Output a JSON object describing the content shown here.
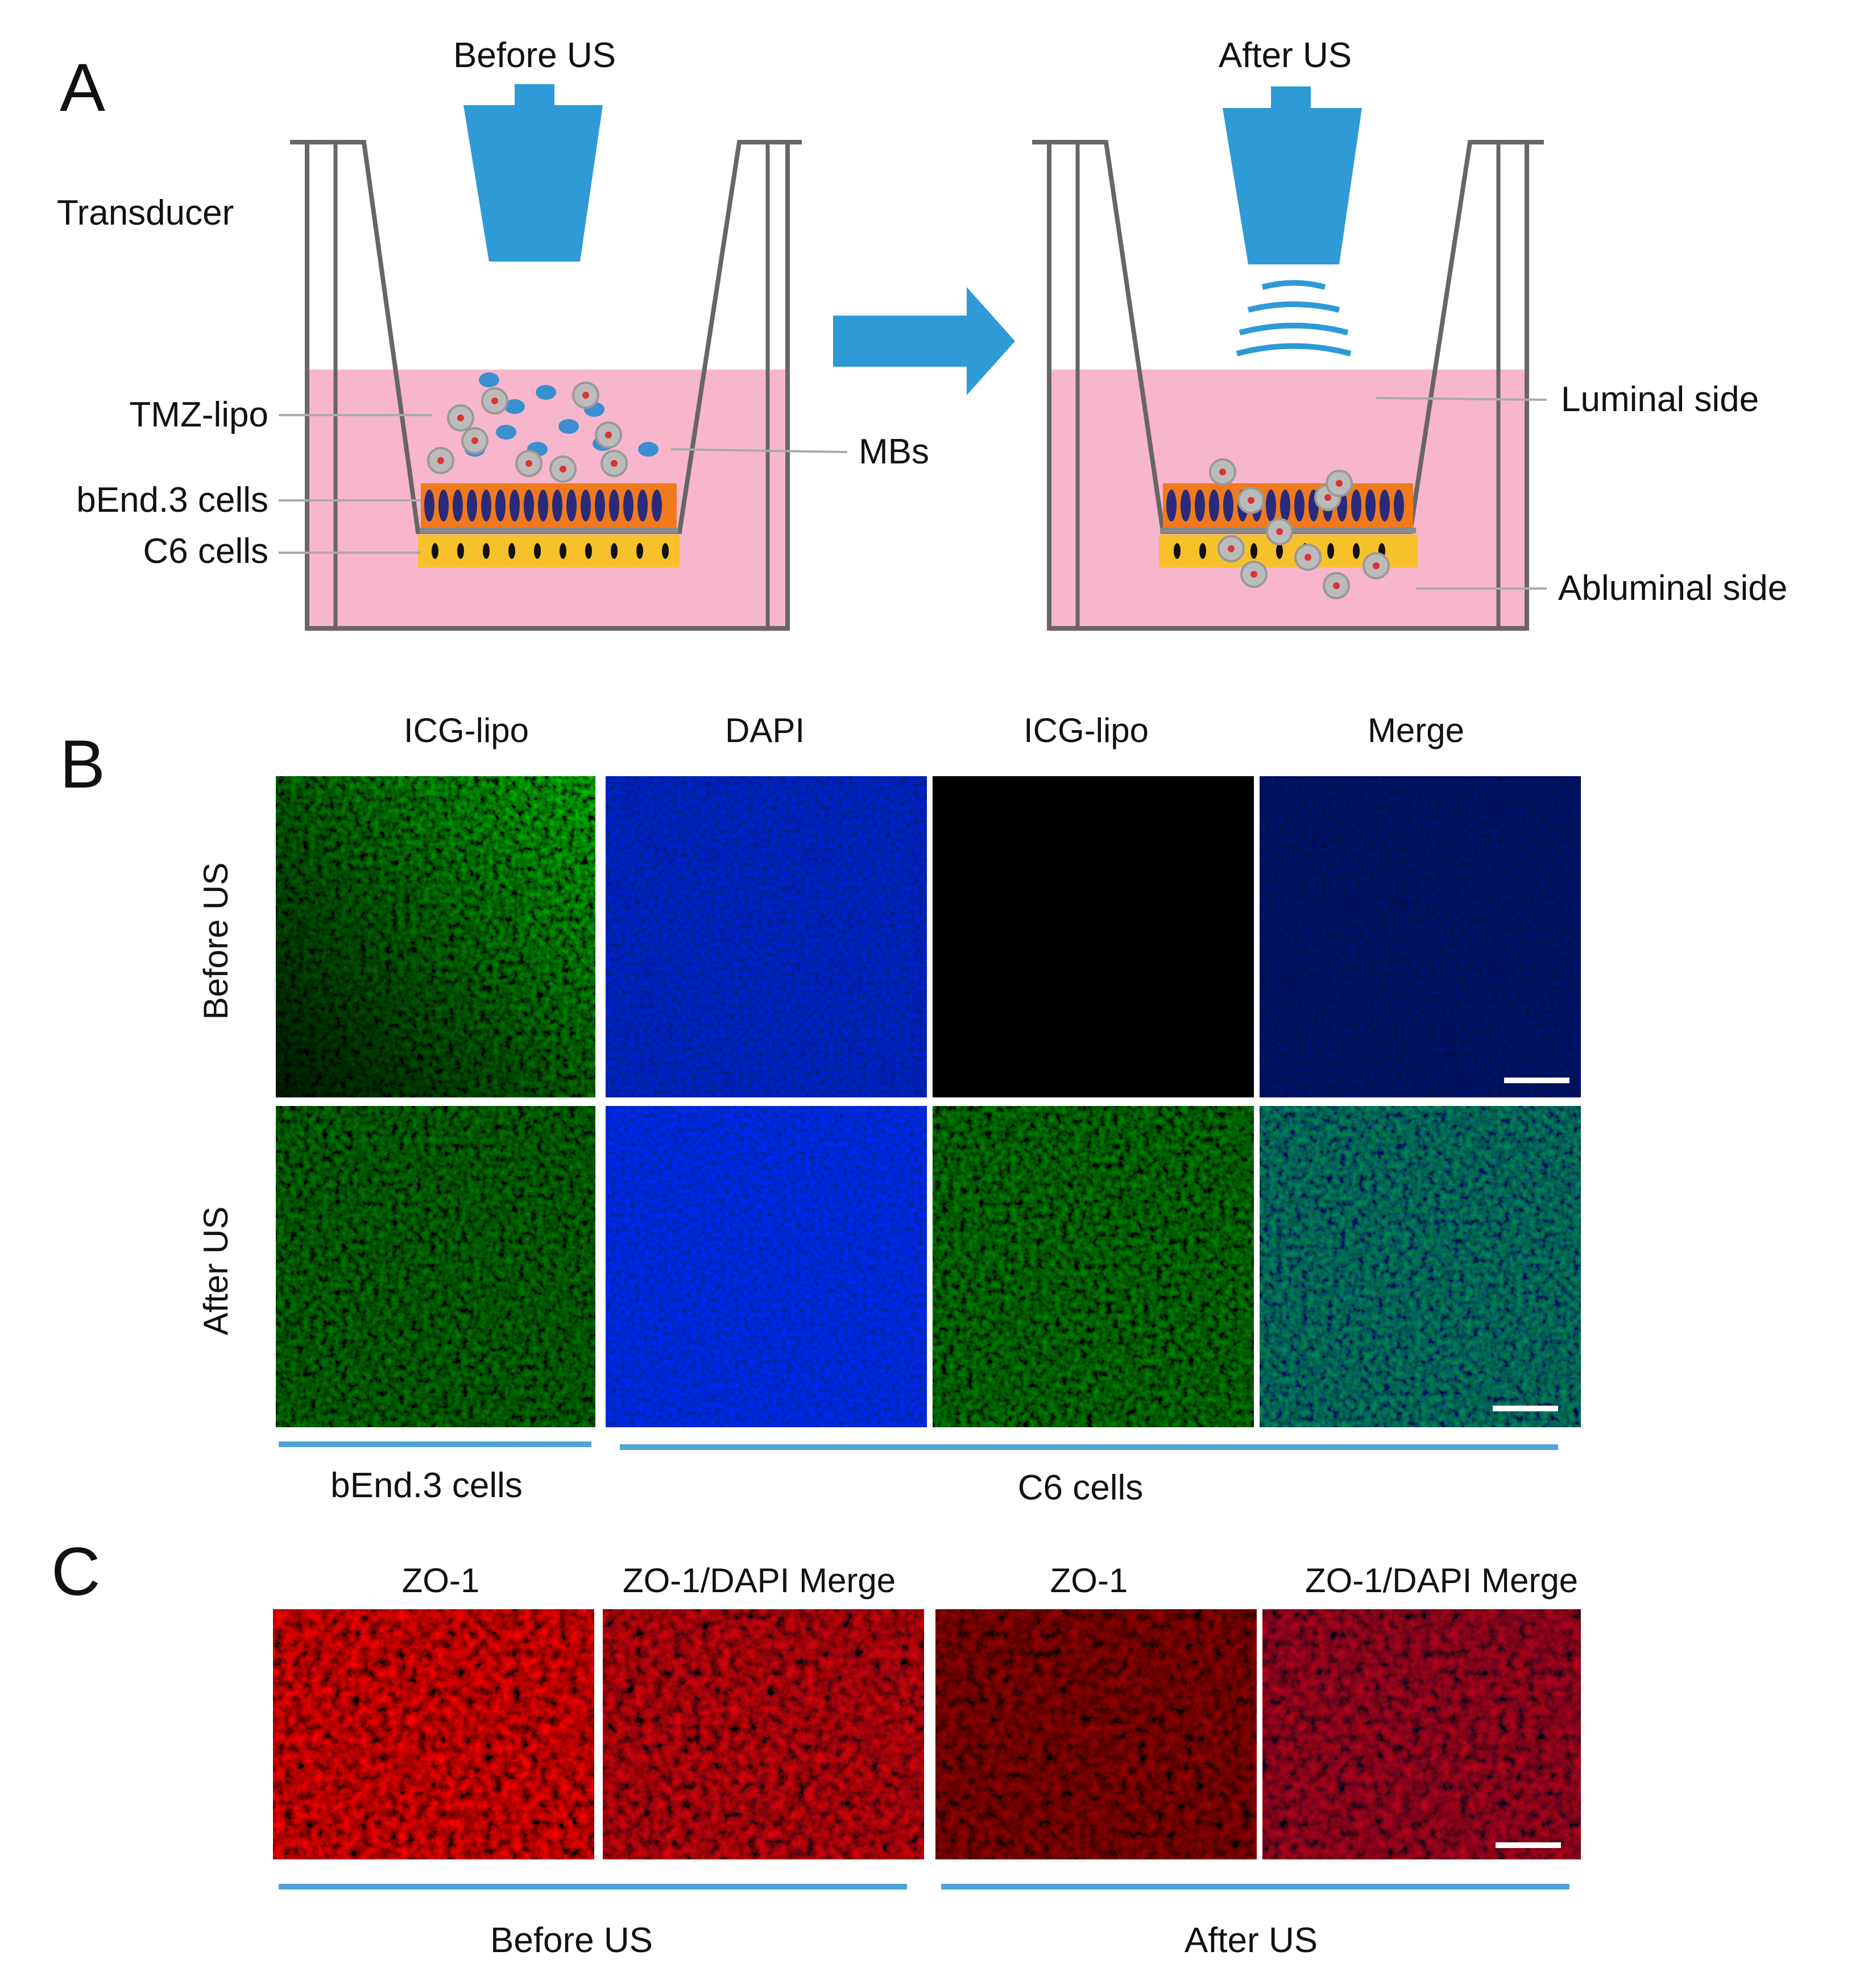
{
  "panel_a": {
    "letter": "A",
    "before_title": "Before US",
    "after_title": "After US",
    "labels": {
      "transducer": "Transducer",
      "tmz_lipo": "TMZ-lipo",
      "bend3": "bEnd.3 cells",
      "c6": "C6 cells",
      "mbs": "MBs",
      "luminal": "Luminal side",
      "abluminal": "Abluminal side"
    },
    "colors": {
      "transducer": "#2E9AD6",
      "medium": "#F7B6CC",
      "endothelial": "#F07A1E",
      "nuclei": "#2A2A7A",
      "glioma": "#F6C12B",
      "mb": "#3A8FD0"
    }
  },
  "panel_b": {
    "letter": "B",
    "columns": [
      "ICG-lipo",
      "DAPI",
      "ICG-lipo",
      "Merge"
    ],
    "rows": [
      "Before US",
      "After US"
    ],
    "groups": [
      "bEnd.3 cells",
      "C6 cells"
    ]
  },
  "panel_c": {
    "letter": "C",
    "columns": [
      "ZO-1",
      "ZO-1/DAPI Merge",
      "ZO-1",
      "ZO-1/DAPI Merge"
    ],
    "groups": [
      "Before US",
      "After US"
    ]
  }
}
